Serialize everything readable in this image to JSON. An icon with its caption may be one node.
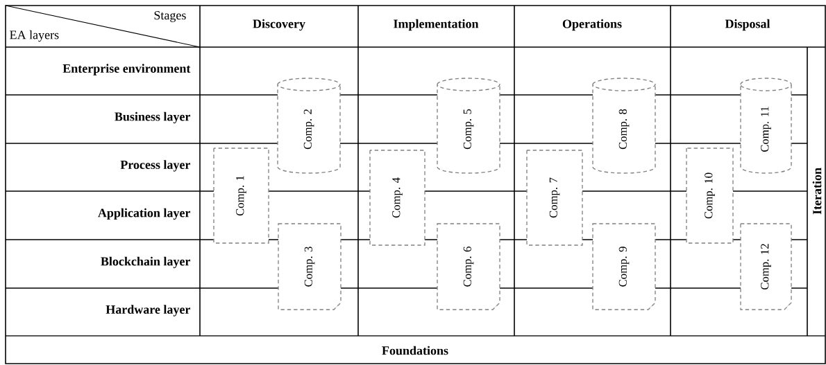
{
  "diagram": {
    "nodes": [
      {
        "text": [
          "Comp. 1"
        ]
      },
      {
        "text": [
          "Comp. 2"
        ]
      },
      {
        "text": [
          "Comp. 3"
        ]
      },
      {
        "text": [
          "Comp. 4"
        ]
      },
      {
        "text": [
          "Comp. 5"
        ]
      },
      {
        "text": [
          "Comp. 6"
        ]
      },
      {
        "text": [
          "Comp. 7"
        ]
      },
      {
        "text": [
          "Comp. 8"
        ]
      },
      {
        "text": [
          "Comp. 9"
        ]
      },
      {
        "text": [
          "Comp. 10"
        ]
      },
      {
        "text": [
          "Comp. 11"
        ]
      },
      {
        "text": [
          "Comp. 12"
        ]
      }
    ],
    "labels": [
      "Stages",
      "EA layers",
      "Discovery",
      "Implementation",
      "Operations",
      "Disposal",
      "Enterprise environment",
      "Business layer",
      "Process layer",
      "Application layer",
      "Blockchain layer",
      "Hardware layer",
      "Iteration",
      "Foundations"
    ]
  }
}
